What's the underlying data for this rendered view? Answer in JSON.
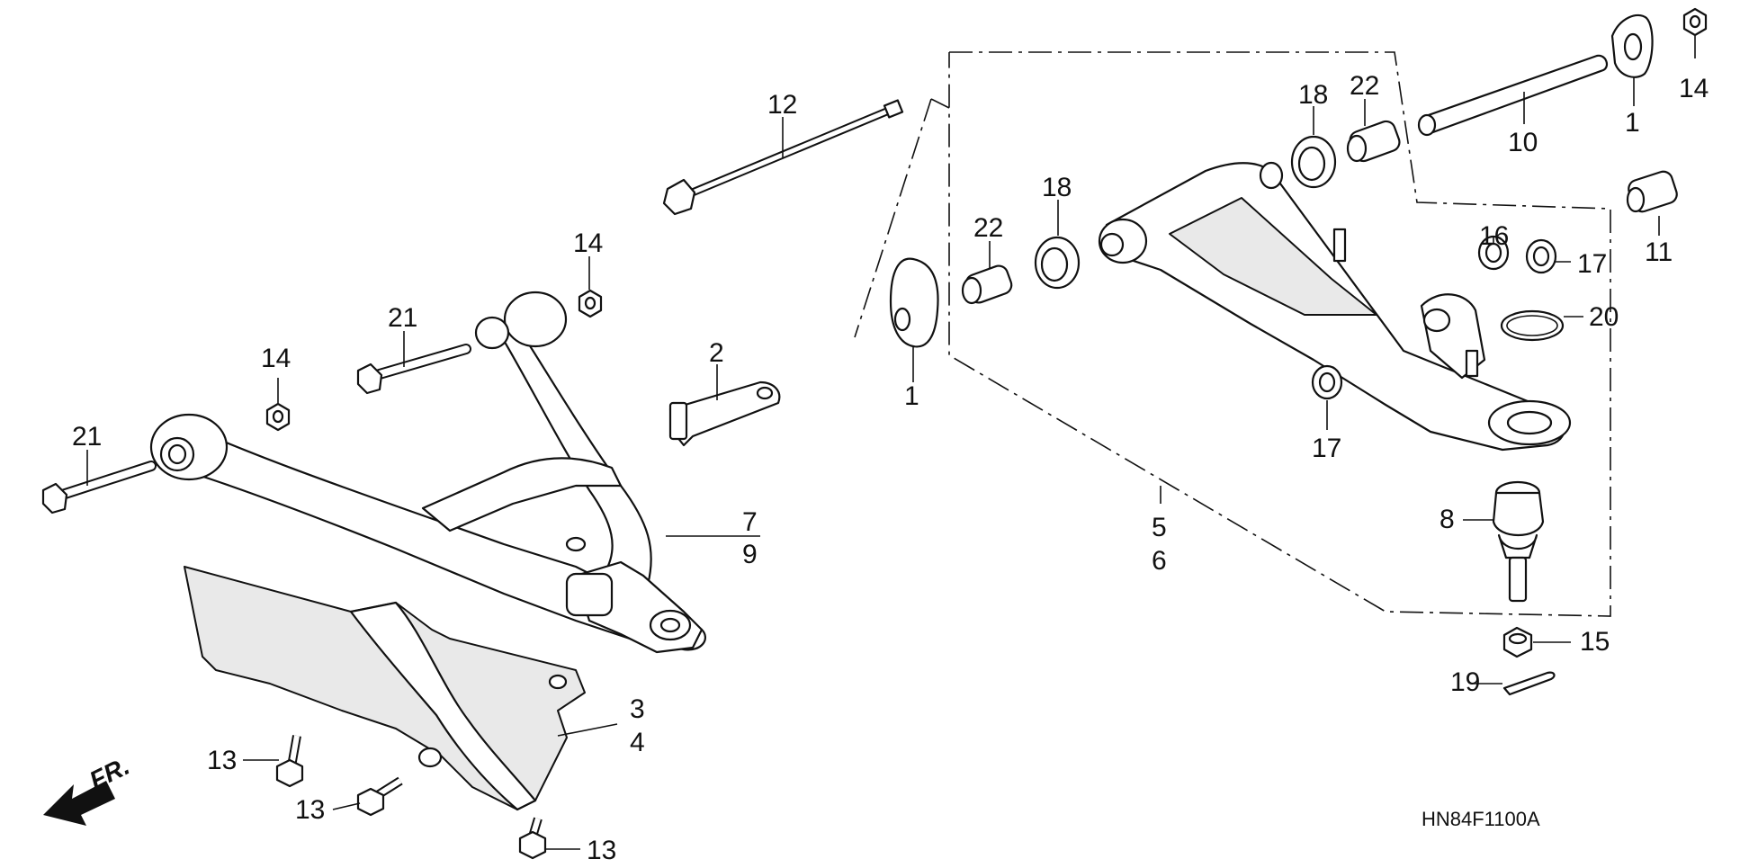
{
  "diagram": {
    "drawing_code": "HN84F1100A",
    "front_indicator": "FR.",
    "callouts": {
      "c1a": "1",
      "c1b": "1",
      "c2": "2",
      "c3": "3",
      "c4": "4",
      "c5": "5",
      "c6": "6",
      "c7": "7",
      "c8": "8",
      "c9": "9",
      "c10": "10",
      "c11": "11",
      "c12": "12",
      "c13a": "13",
      "c13b": "13",
      "c13c": "13",
      "c14a": "14",
      "c14b": "14",
      "c14c": "14",
      "c15": "15",
      "c16": "16",
      "c17a": "17",
      "c17b": "17",
      "c18a": "18",
      "c18b": "18",
      "c19": "19",
      "c20": "20",
      "c21a": "21",
      "c21b": "21",
      "c22a": "22",
      "c22b": "22"
    }
  }
}
